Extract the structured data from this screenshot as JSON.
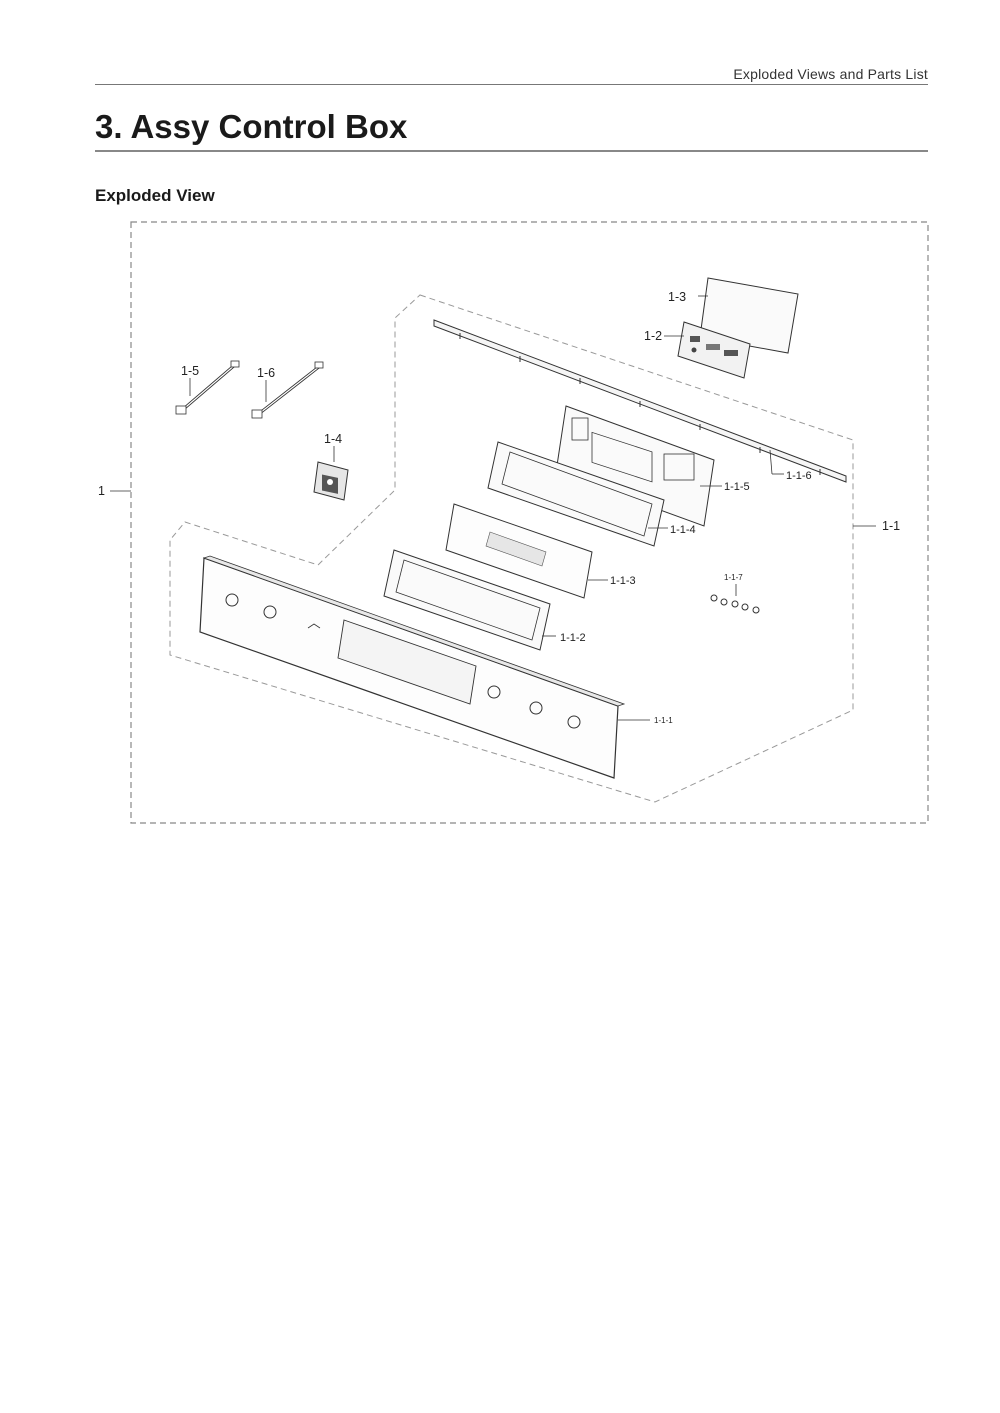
{
  "header": {
    "section_name": "Exploded Views and Parts List"
  },
  "section": {
    "title": "3.  Assy Control Box"
  },
  "subsection": {
    "title": "Exploded View"
  },
  "diagram": {
    "callouts": {
      "assy": "1",
      "panel_assy": "1-1",
      "panel_front": "1-1-1",
      "holder_2": "1-1-2",
      "holder_3": "1-1-3",
      "window_4": "1-1-4",
      "bracket_5": "1-1-5",
      "rail_6": "1-1-6",
      "screws_7": "1-1-7",
      "pcb": "1-2",
      "cover": "1-3",
      "knob_module": "1-4",
      "harness_5": "1-5",
      "harness_6": "1-6"
    }
  }
}
